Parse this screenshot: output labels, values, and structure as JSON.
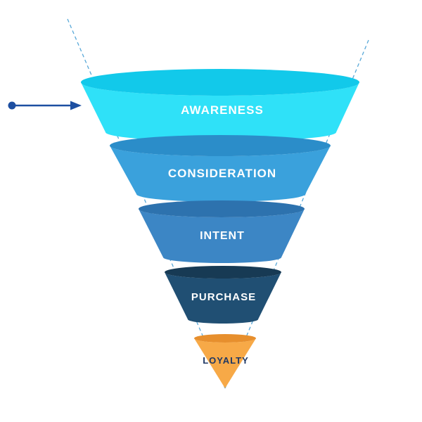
{
  "diagram": {
    "type": "funnel",
    "stages": [
      {
        "label": "AWARENESS",
        "body_color": "#2FE1F8",
        "rim_color": "#12C9EA",
        "label_color": "#FFFFFF"
      },
      {
        "label": "CONSIDERATION",
        "body_color": "#3AA1DC",
        "rim_color": "#2B8DC9",
        "label_color": "#FFFFFF"
      },
      {
        "label": "INTENT",
        "body_color": "#3C86C5",
        "rim_color": "#2D72AE",
        "label_color": "#FFFFFF"
      },
      {
        "label": "PURCHASE",
        "body_color": "#204F73",
        "rim_color": "#173A54",
        "label_color": "#FFFFFF"
      },
      {
        "label": "LOYALTY",
        "body_color": "#F7A947",
        "rim_color": "#E78F2D",
        "label_color": "#1F3864"
      }
    ]
  },
  "annotations": {
    "arrow_color": "#1D4FA1",
    "guide_color": "#58A8D8"
  }
}
